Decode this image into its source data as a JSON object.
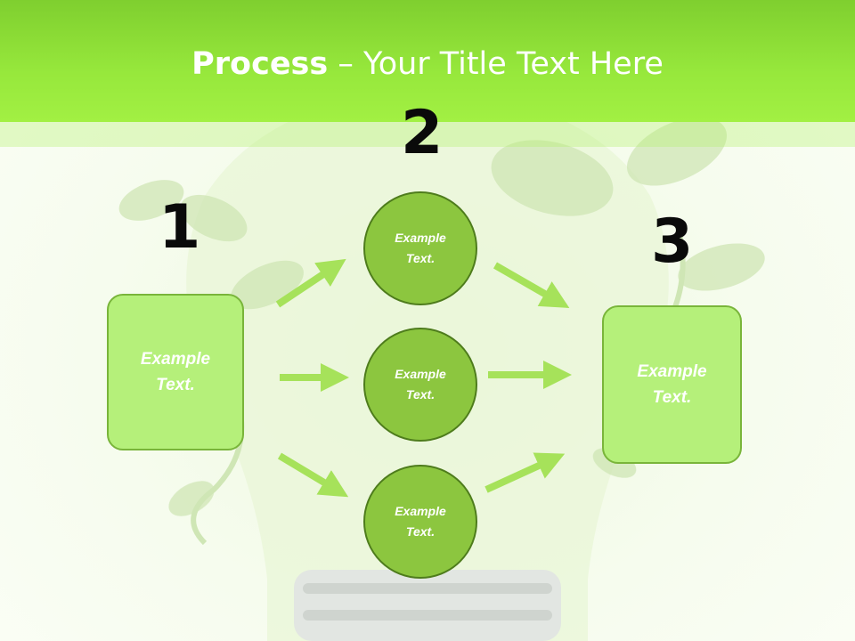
{
  "title": {
    "bold": "Process",
    "rest": " – Your Title Text Here"
  },
  "numbers": {
    "one": "1",
    "two": "2",
    "three": "3"
  },
  "left_box": {
    "text": "Example Text."
  },
  "circles": [
    {
      "text": "Example Text."
    },
    {
      "text": "Example Text."
    },
    {
      "text": "Example Text."
    }
  ],
  "right_box": {
    "text": "Example Text."
  },
  "colors": {
    "header": "#97e83c",
    "box_fill": "#b5f07a",
    "circle_fill": "#8cc63f",
    "circle_border": "#4e7c1c",
    "arrow": "#a6e25a"
  }
}
